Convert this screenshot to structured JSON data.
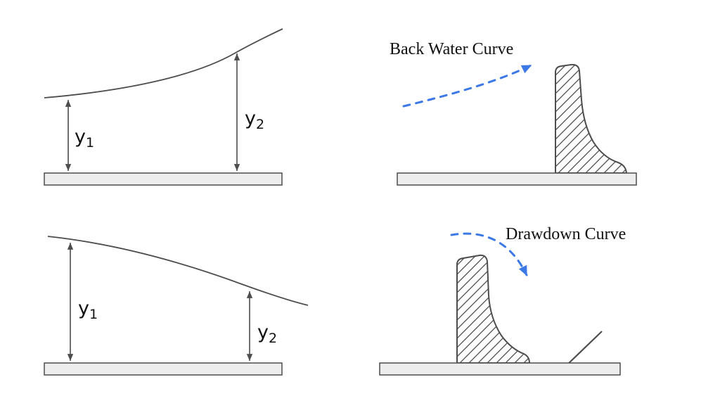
{
  "colors": {
    "line": "#4d4d4d",
    "bed_fill": "#ededed",
    "bed_stroke": "#4d4d4d",
    "flow_arrow_blue": "#3c79e6",
    "text": "#111111"
  },
  "top_left_profile": {
    "y1": {
      "base": "y",
      "sub": "1"
    },
    "y2": {
      "base": "y",
      "sub": "2"
    }
  },
  "top_right_scene": {
    "title": "Back Water Curve"
  },
  "bottom_left_profile": {
    "y1": {
      "base": "y",
      "sub": "1"
    },
    "y2": {
      "base": "y",
      "sub": "2"
    }
  },
  "bottom_right_scene": {
    "title": "Drawdown Curve"
  }
}
